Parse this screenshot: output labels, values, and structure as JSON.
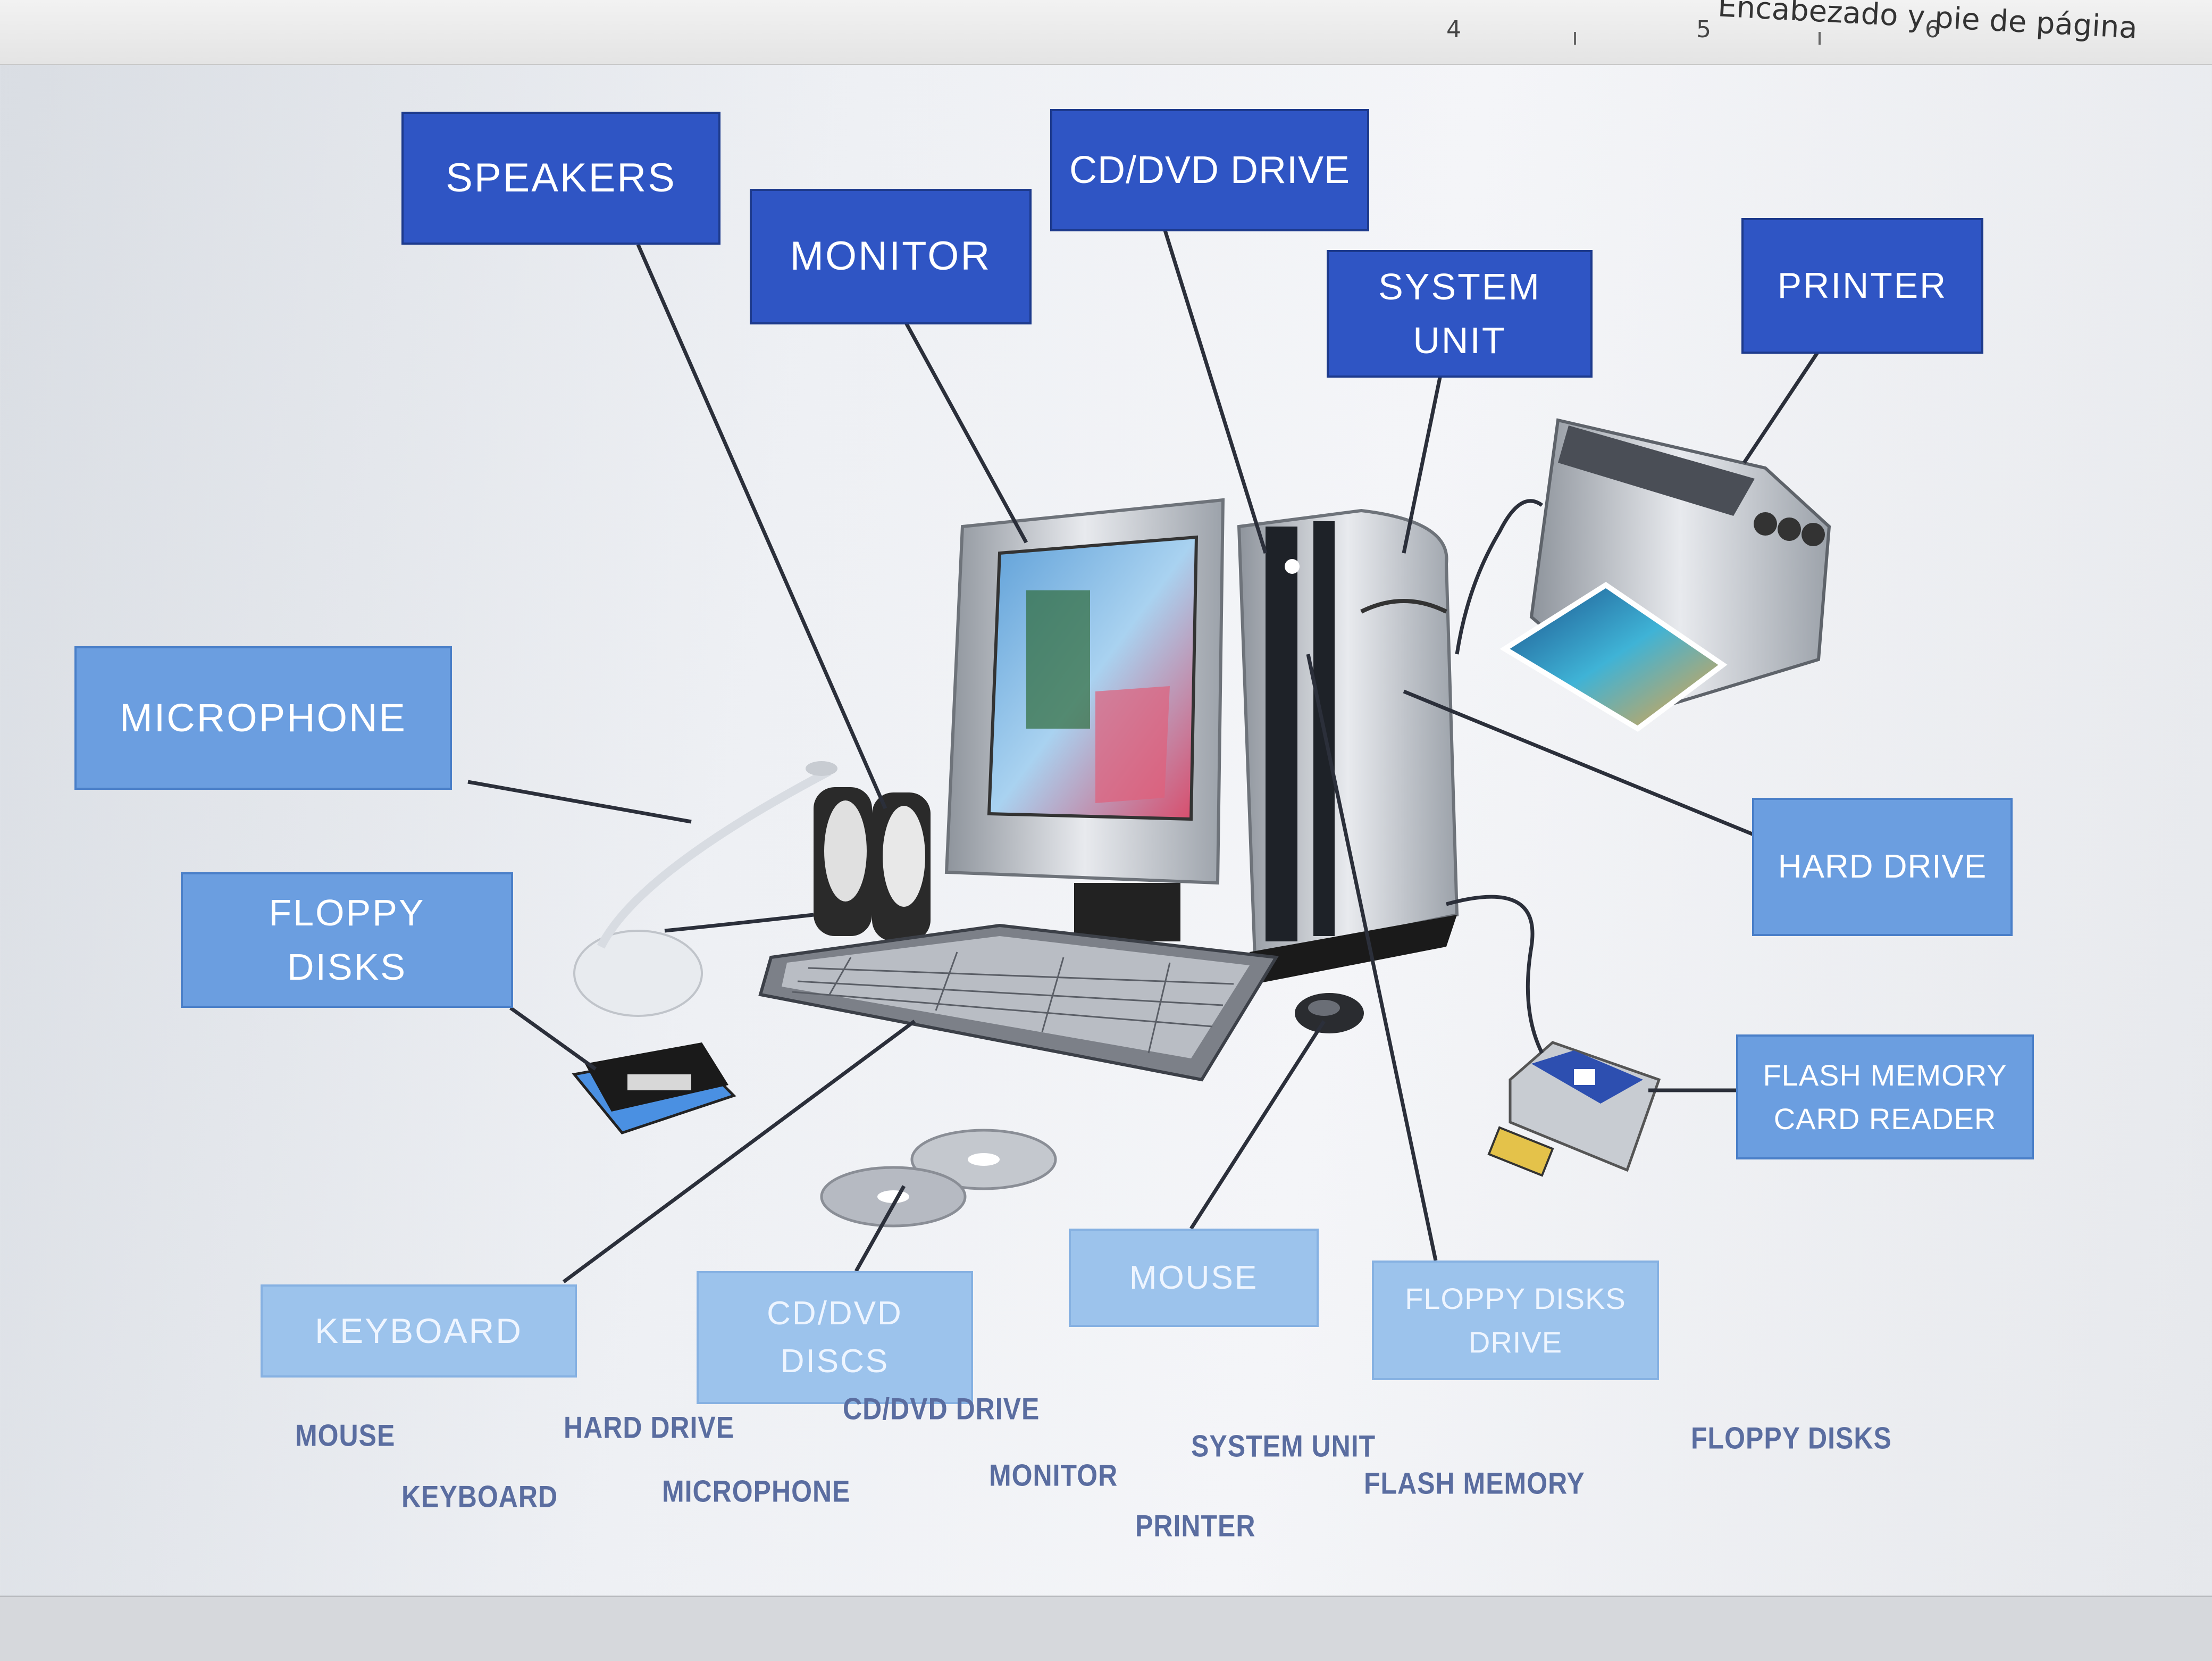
{
  "ruler": {
    "numbers": [
      "4",
      "5",
      "6"
    ],
    "header_note": "Encabezado y pie de página"
  },
  "labels": {
    "speakers": "SPEAKERS",
    "monitor": "MONITOR",
    "cd_dvd_drive": "CD/DVD DRIVE",
    "system_unit_1": "SYSTEM",
    "system_unit_2": "UNIT",
    "printer": "PRINTER",
    "microphone": "MICROPHONE",
    "floppy_disks_1": "FLOPPY",
    "floppy_disks_2": "DISKS",
    "hard_drive": "HARD DRIVE",
    "flash_reader_1": "FLASH MEMORY",
    "flash_reader_2": "CARD READER",
    "keyboard": "KEYBOARD",
    "cd_dvd_discs_1": "CD/DVD",
    "cd_dvd_discs_2": "DISCS",
    "mouse": "MOUSE",
    "floppy_drive_1": "FLOPPY DISKS",
    "floppy_drive_2": "DRIVE"
  },
  "word_bank": [
    "MOUSE",
    "HARD DRIVE",
    "CD/DVD DRIVE",
    "SYSTEM UNIT",
    "FLOPPY DISKS",
    "KEYBOARD",
    "MICROPHONE",
    "MONITOR",
    "FLASH MEMORY",
    "PRINTER"
  ],
  "colors": {
    "label_dark": "#2f55c4",
    "label_light": "#6b9ee0",
    "label_pale": "#9cc3ec",
    "leader_line": "#2b2f3a"
  }
}
